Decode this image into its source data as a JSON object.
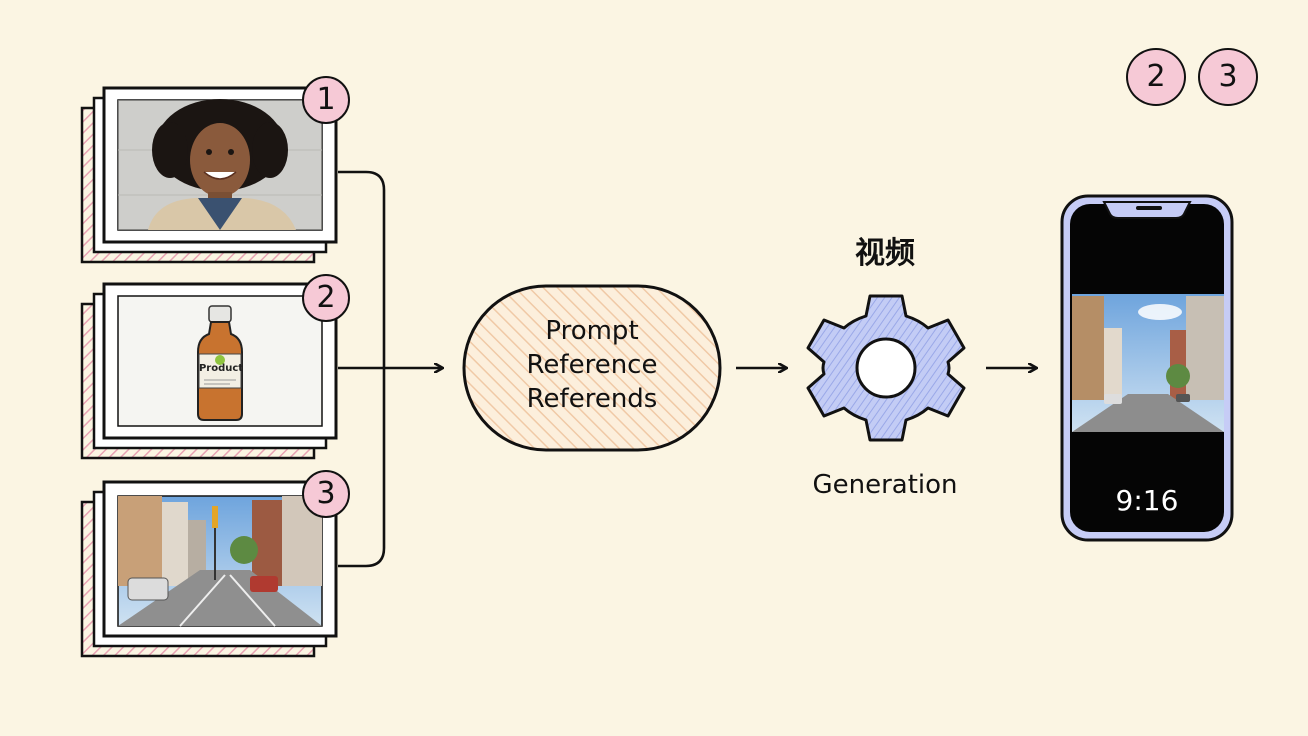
{
  "inputs": [
    {
      "badge": "1",
      "subject": "portrait-photo"
    },
    {
      "badge": "2",
      "subject": "product-bottle",
      "product_label": "Product"
    },
    {
      "badge": "3",
      "subject": "street-scene"
    }
  ],
  "prompt_box": {
    "lines": [
      "Prompt",
      "Reference",
      "Referends"
    ]
  },
  "generator": {
    "title": "视频",
    "label": "Generation",
    "icon": "gear-icon"
  },
  "output": {
    "aspect_ratio": "9:16",
    "icon": "phone-icon"
  },
  "corner_badges": [
    "2",
    "3"
  ],
  "colors": {
    "background": "#fbf5e3",
    "badge": "#f6c9d6",
    "pill_fill": "#fbe6cf",
    "gear_fill": "#bcc7f3",
    "phone_frame": "#c6ccf6",
    "stripe": "#e8a3b3"
  }
}
